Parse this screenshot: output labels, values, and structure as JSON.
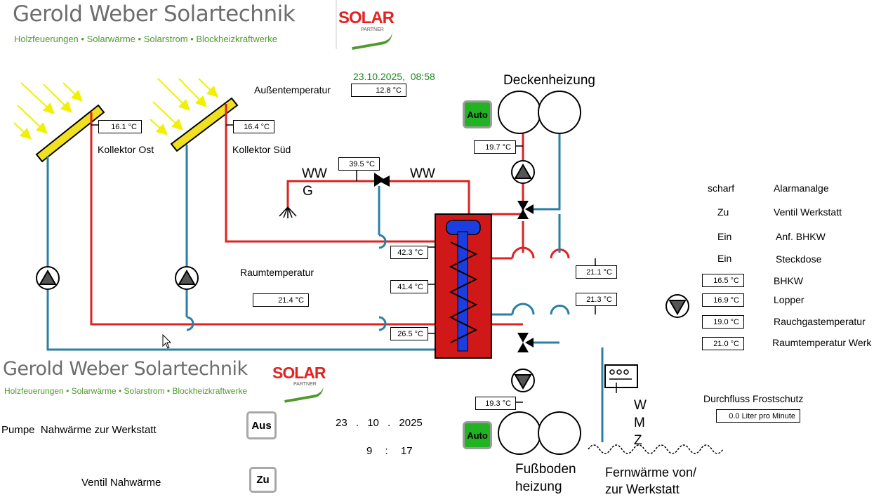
{
  "header": {
    "company": "Gerold Weber Solartechnik",
    "tagline_parts": [
      "Holzfeuerungen",
      "Solarwärme",
      "Solarstrom",
      "Blockheizkraftwerke"
    ],
    "logo_text": "SOLAR",
    "logo_sub": "PARTNER"
  },
  "timestamp": "23.10.2025,  08:58",
  "outside": {
    "label": "Außentemperatur",
    "value": "12.8 °C"
  },
  "collectors": {
    "east": {
      "label": "Kollektor Ost",
      "value": "16.1 °C"
    },
    "south": {
      "label": "Kollektor Süd",
      "value": "16.4 °C"
    }
  },
  "ww": {
    "left": "WW",
    "left_sub": "G",
    "right": "WW",
    "mix_temp": "39.5 °C"
  },
  "room": {
    "label": "Raumtemperatur",
    "value": "21.4 °C"
  },
  "storage": {
    "t1": "42.3 °C",
    "t2": "41.4 °C",
    "t3": "26.5 °C"
  },
  "ceiling": {
    "label": "Deckenheizung",
    "mode": "Auto",
    "temp": "19.7 °C"
  },
  "floor": {
    "label_line1": "Fußboden",
    "label_line2": "heizung",
    "mode": "Auto",
    "temp": "19.3 °C"
  },
  "district": {
    "line1": "Fernwärme von/",
    "line2": "zur Werkstatt",
    "temp_a": "21.1 °C",
    "temp_b": "21.3 °C",
    "wmz": [
      "W",
      "M",
      "Z"
    ]
  },
  "status": [
    {
      "value": "scharf",
      "label": "Alarmanalge"
    },
    {
      "value": "Zu",
      "label": "Ventil Werkstatt"
    },
    {
      "value": "Ein",
      "label": "Anf. BHKW"
    },
    {
      "value": "Ein",
      "label": "Steckdose"
    }
  ],
  "temps": [
    {
      "value": "16.5 °C",
      "label": "BHKW"
    },
    {
      "value": "16.9 °C",
      "label": "Lopper"
    },
    {
      "value": "19.0 °C",
      "label": "Rauchgastemperatur"
    },
    {
      "value": "21.0 °C",
      "label": "Raumtemperatur Werk"
    }
  ],
  "flow": {
    "label": "Durchfluss Frostschutz",
    "value": "0.0 Liter pro Minute"
  },
  "controls": {
    "pump_label": "Pumpe  Nahwärme zur Werkstatt",
    "pump_state": "Aus",
    "valve_label": "Ventil Nahwärme",
    "valve_state": "Zu",
    "date": {
      "day": "23",
      "month": "10",
      "year": "2025"
    },
    "time": {
      "hour": "9",
      "minute": "17"
    }
  },
  "colors": {
    "hot": "#dd2222",
    "cold": "#2a7fa6",
    "tank": "#d01818",
    "coil": "#1c3ee0",
    "panel": "#f0e020",
    "sun": "#f0f000",
    "green": "#4f9a2c"
  }
}
